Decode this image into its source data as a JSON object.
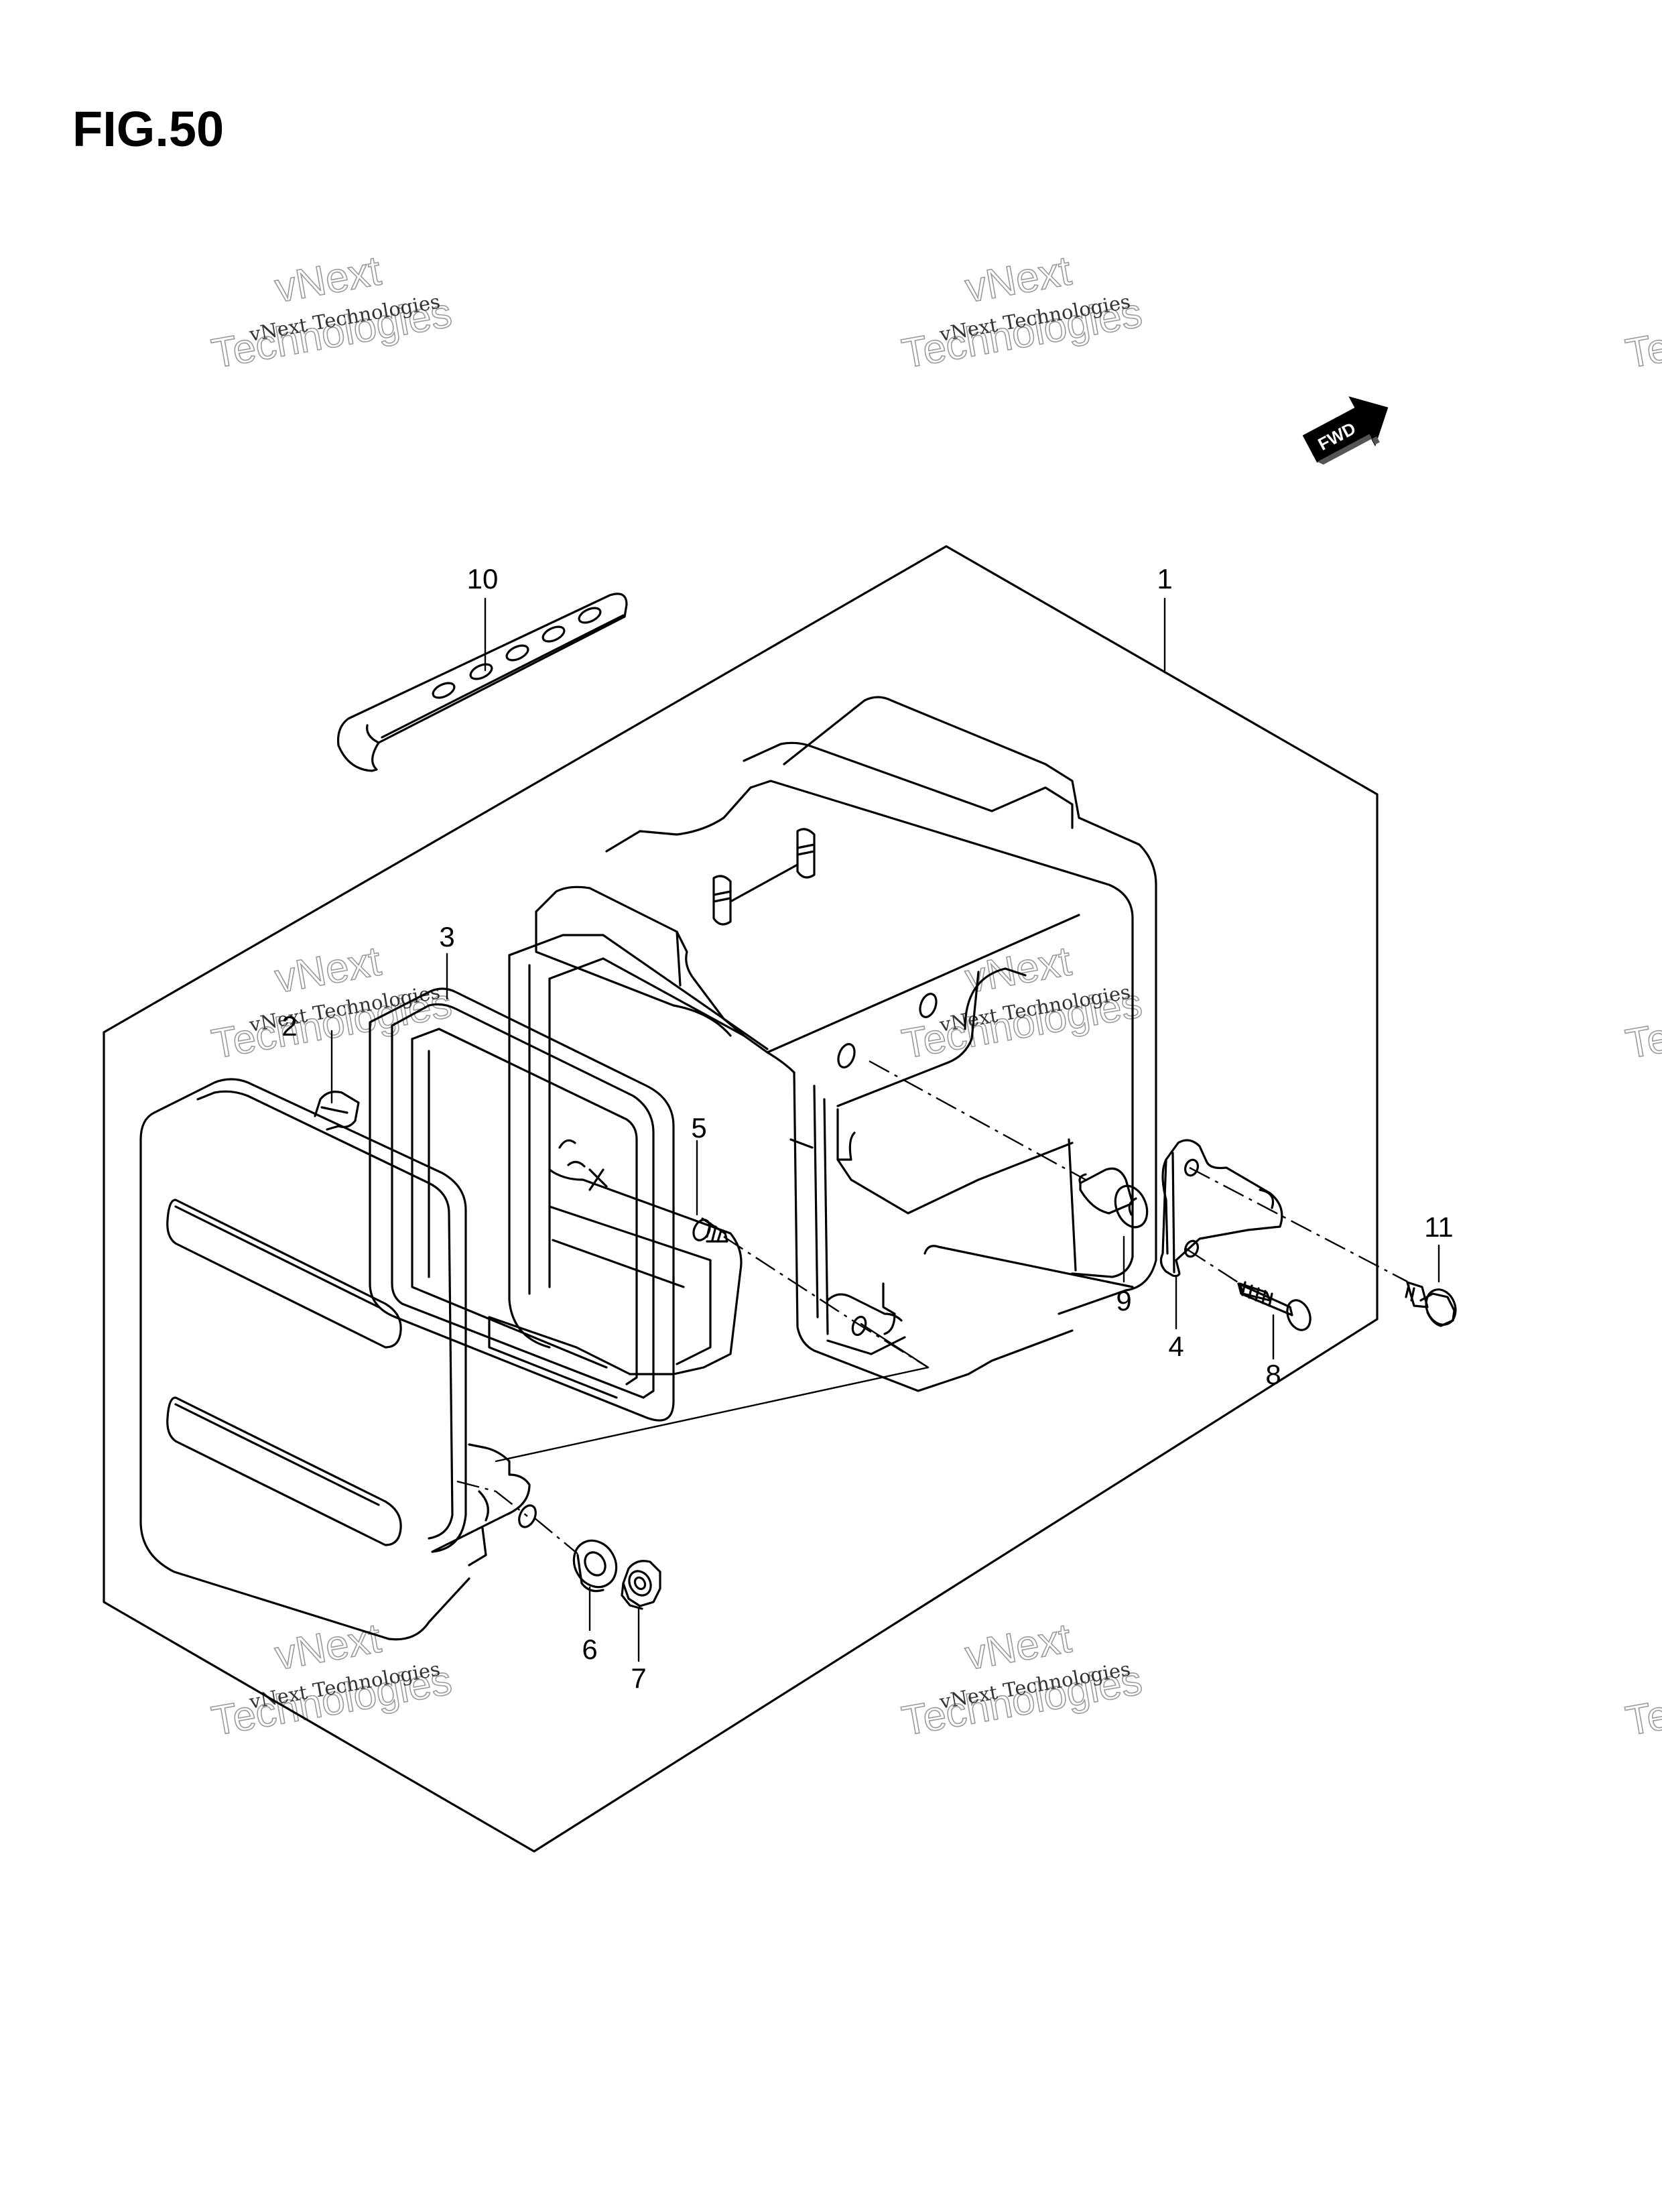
{
  "figure_title": "FIG.50",
  "fwd_label": "FWD",
  "watermark": {
    "line1": "vNext Technologies",
    "line2": "Technologies",
    "line3": "vNext"
  },
  "callouts": [
    "1",
    "2",
    "3",
    "4",
    "5",
    "6",
    "7",
    "8",
    "9",
    "10",
    "11"
  ]
}
